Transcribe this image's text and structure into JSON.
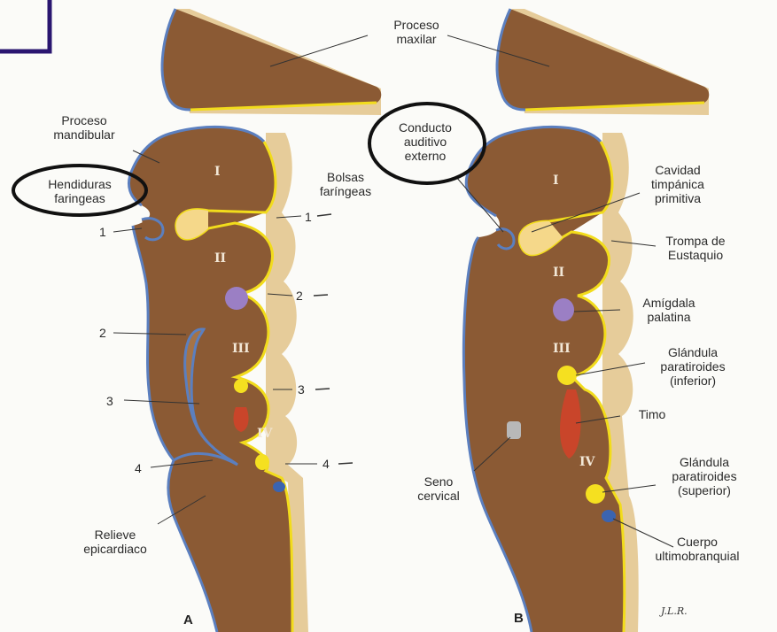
{
  "panels": {
    "a": "A",
    "b": "B"
  },
  "labels": {
    "proceso_maxilar": [
      "Proceso",
      "maxilar"
    ],
    "proceso_mandibular": [
      "Proceso",
      "mandibular"
    ],
    "hendiduras": [
      "Hendiduras",
      "faringeas"
    ],
    "bolsas": [
      "Bolsas",
      "faríngeas"
    ],
    "relieve": [
      "Relieve",
      "epicardiaco"
    ],
    "conducto": [
      "Conducto",
      "auditivo",
      "externo"
    ],
    "cavidad": [
      "Cavidad",
      "timpánica",
      "primitiva"
    ],
    "trompa": [
      "Trompa de",
      "Eustaquio"
    ],
    "amigdala": [
      "Amígdala",
      "palatina"
    ],
    "paratiroides_inf": [
      "Glándula",
      "paratiroides",
      "(inferior)"
    ],
    "timo": "Timo",
    "seno": [
      "Seno",
      "cervical"
    ],
    "paratiroides_sup": [
      "Glándula",
      "paratiroides",
      "(superior)"
    ],
    "cuerpo": [
      "Cuerpo",
      "ultimobranquial"
    ]
  },
  "clefts": [
    "1",
    "2",
    "3",
    "4"
  ],
  "pouches": [
    "1",
    "2",
    "3",
    "4"
  ],
  "arches": [
    "I",
    "II",
    "III",
    "IV"
  ],
  "signature": "J.L.R.",
  "colors": {
    "tissue": "#8b5a34",
    "ectoderm": "#5b7fbf",
    "endoderm": "#f2dc1c",
    "side": "#e6cc9a",
    "tonsil": "#9b7fc4",
    "thymus": "#c9452a",
    "parathyroid": "#f5e020",
    "circle": "#111111"
  }
}
